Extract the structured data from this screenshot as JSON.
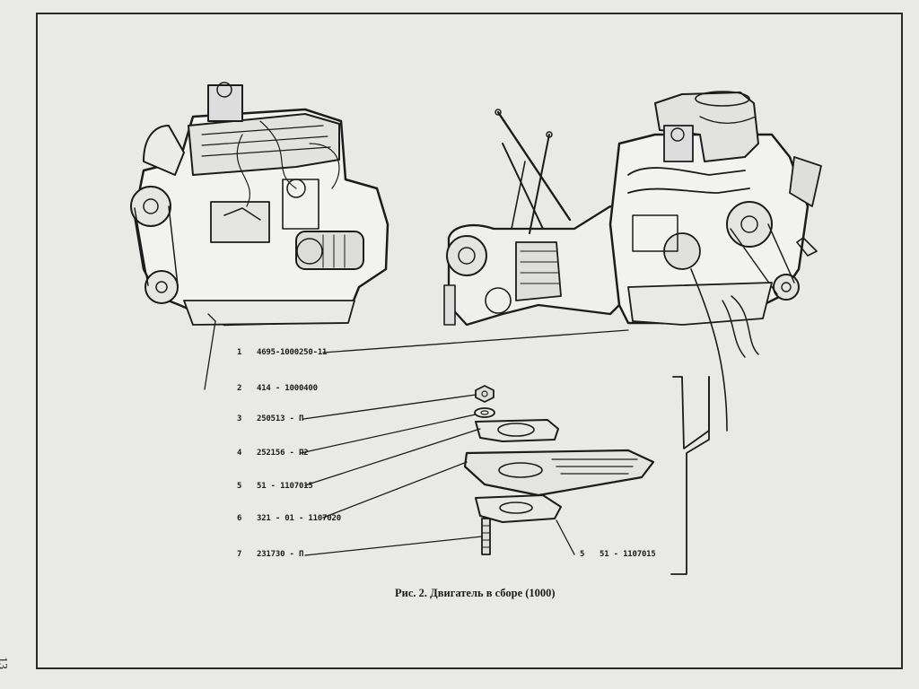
{
  "figure": {
    "caption": "Рис. 2. Двигатель в сборе (1000)",
    "page_number": "13"
  },
  "callouts": [
    {
      "num": "1",
      "code": "4695-1000250-11"
    },
    {
      "num": "2",
      "code": "414 - 1000400"
    },
    {
      "num": "3",
      "code": "250513 - П"
    },
    {
      "num": "4",
      "code": "252156 - П2"
    },
    {
      "num": "5",
      "code": "51 - 1107015"
    },
    {
      "num": "6",
      "code": "321 - 01 - 1107020"
    },
    {
      "num": "7",
      "code": "231730 - П"
    },
    {
      "num": "5",
      "code": "51 - 1107015"
    }
  ],
  "colors": {
    "ink": "#1c1c1c",
    "paper": "#e9e9e6"
  }
}
